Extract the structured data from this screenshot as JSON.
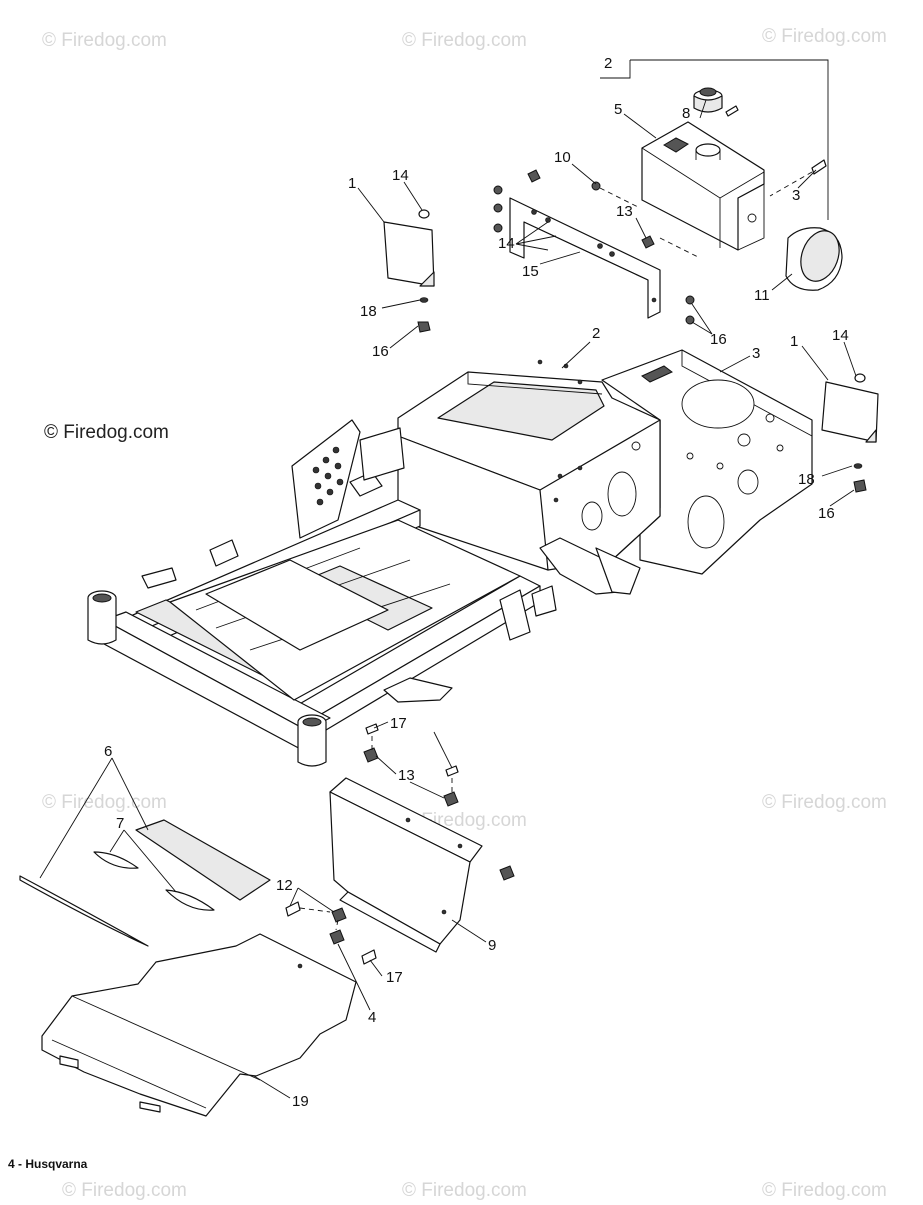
{
  "watermark": {
    "repeat_text": "© Firedog.com",
    "main_text": "© Firedog.com"
  },
  "footer": {
    "text": "4 - Husqvarna"
  },
  "callouts": {
    "c1a": "1",
    "c1b": "1",
    "c2a": "2",
    "c2b": "2",
    "c3a": "3",
    "c3b": "3",
    "c4": "4",
    "c5": "5",
    "c6": "6",
    "c7": "7",
    "c8": "8",
    "c9": "9",
    "c10": "10",
    "c11": "11",
    "c12": "12",
    "c13a": "13",
    "c13b": "13",
    "c14a": "14",
    "c14b": "14",
    "c14c": "14",
    "c15": "15",
    "c16a": "16",
    "c16b": "16",
    "c16c": "16",
    "c17a": "17",
    "c17b": "17",
    "c18a": "18",
    "c18b": "18",
    "c19": "19"
  }
}
